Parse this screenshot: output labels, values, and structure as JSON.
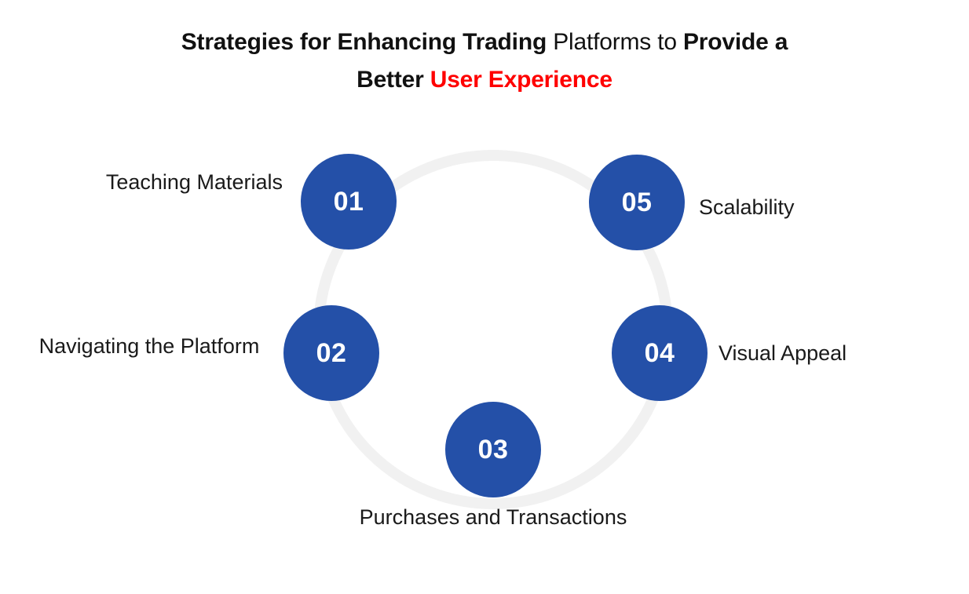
{
  "title": {
    "line1": [
      {
        "text": "Strategies for Enhancing Trading",
        "style": "bold"
      },
      {
        "text": " Platforms to ",
        "style": "regular"
      },
      {
        "text": "Provide a",
        "style": "bold"
      }
    ],
    "line2": [
      {
        "text": "Better ",
        "style": "bold"
      },
      {
        "text": "User Experience",
        "style": "accent"
      }
    ],
    "line1_seg1": "Strategies for Enhancing Trading",
    "line1_seg2": " Platforms to ",
    "line1_seg3": "Provide a",
    "line2_seg1": "Better ",
    "line2_seg2": "User Experience",
    "accent_color": "#FF0000",
    "text_color": "#111111"
  },
  "diagram": {
    "type": "circular-process",
    "ring_color": "#F1F1F1",
    "node_color": "#2450A8",
    "node_text_color": "#FFFFFF",
    "label_color": "#1A1A1A",
    "nodes": [
      {
        "number": "01",
        "label": "Teaching Materials",
        "label_position": "left"
      },
      {
        "number": "02",
        "label": "Navigating the Platform",
        "label_position": "left"
      },
      {
        "number": "03",
        "label": "Purchases and Transactions",
        "label_position": "bottom"
      },
      {
        "number": "04",
        "label": "Visual Appeal",
        "label_position": "right"
      },
      {
        "number": "05",
        "label": "Scalability",
        "label_position": "right"
      }
    ]
  }
}
